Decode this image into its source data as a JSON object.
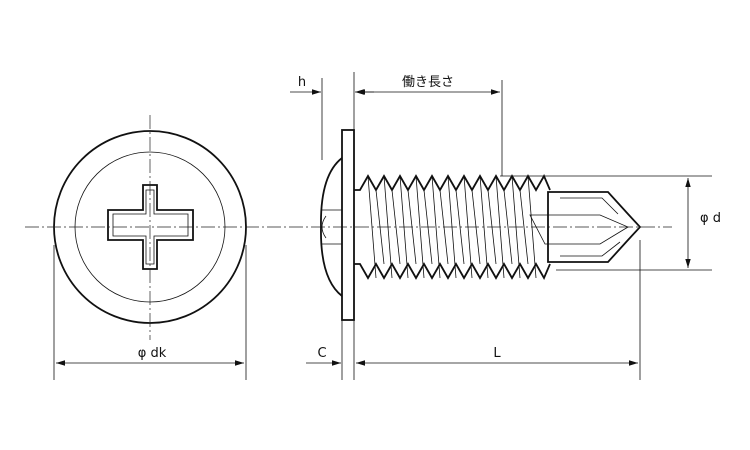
{
  "labels": {
    "h": "h",
    "effective_length": "働き長さ",
    "d": "φ d",
    "dk": "φ dk",
    "c": "C",
    "l": "L"
  }
}
